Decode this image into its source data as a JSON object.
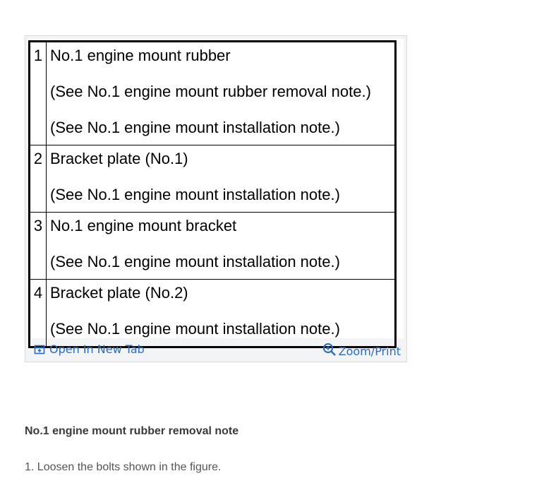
{
  "parts_table": [
    {
      "number": "1",
      "name": "No.1 engine mount rubber",
      "notes": [
        "(See No.1 engine mount rubber removal note.)",
        "(See No.1 engine mount installation note.)"
      ]
    },
    {
      "number": "2",
      "name": "Bracket plate (No.1)",
      "notes": [
        "(See No.1 engine mount installation note.)"
      ]
    },
    {
      "number": "3",
      "name": "No.1 engine mount bracket",
      "notes": [
        "(See No.1 engine mount installation note.)"
      ]
    },
    {
      "number": "4",
      "name": "Bracket plate (No.2)",
      "notes": [
        "(See No.1 engine mount installation note.)"
      ]
    }
  ],
  "toolbar": {
    "open_new_tab_label": "Open In New Tab",
    "open_new_tab_icon": "open-new-tab-icon",
    "zoom_print_label": "Zoom/Print",
    "zoom_print_icon": "zoom-in-icon",
    "link_color": "#2c6bc2"
  },
  "section": {
    "heading": "No.1 engine mount rubber removal note",
    "steps": [
      "1. Loosen the bolts shown in the figure."
    ]
  }
}
